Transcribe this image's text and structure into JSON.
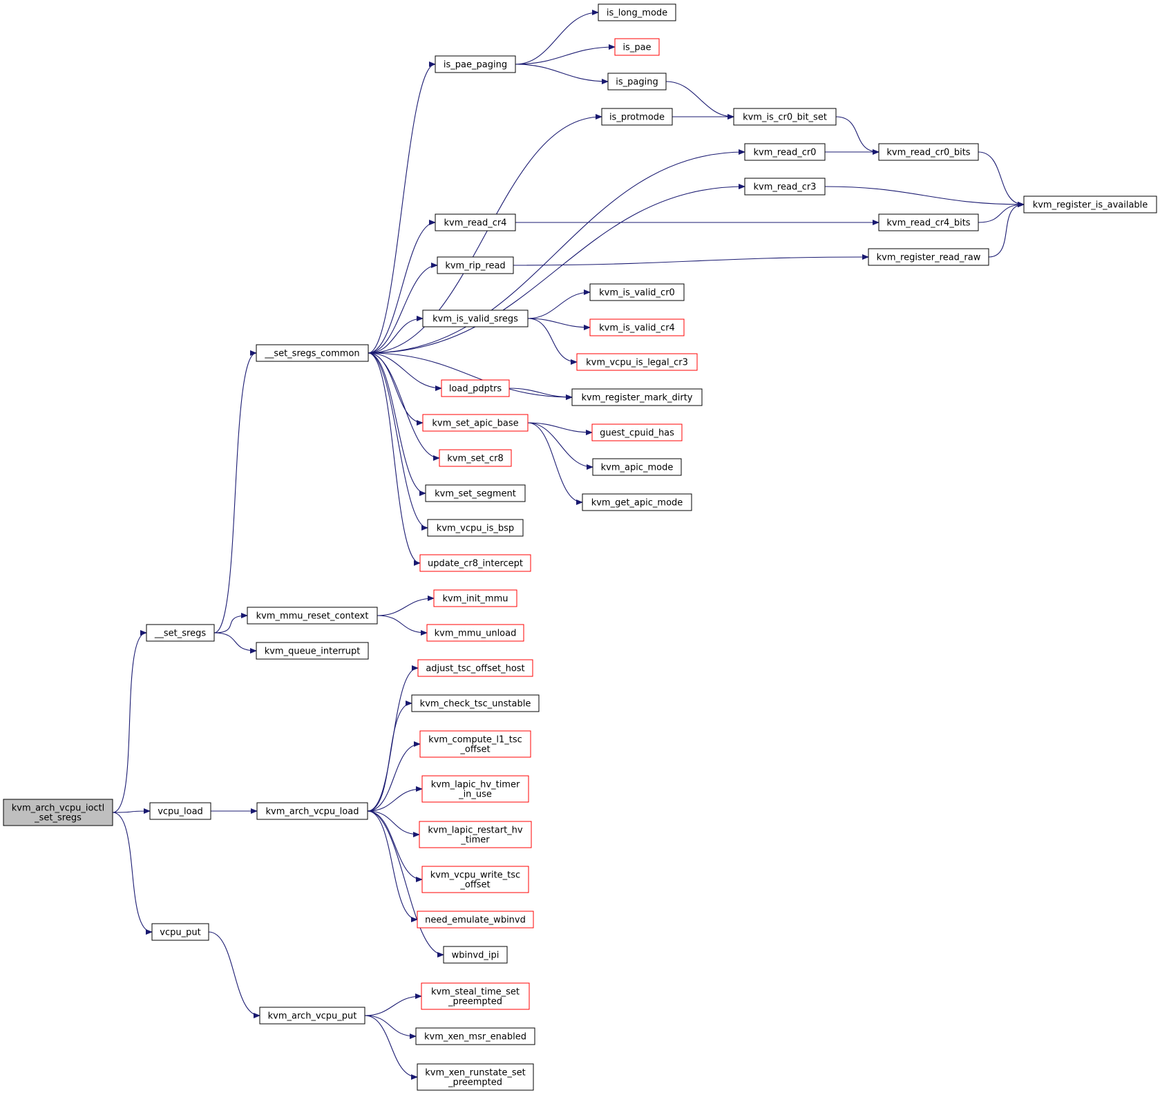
{
  "colors": {
    "edge": "#191970",
    "border_default": "#000000",
    "border_incomplete": "#ff0000",
    "root_fill": "#bfbfbf",
    "node_fill": "#ffffff"
  },
  "nodes": {
    "root": [
      "kvm_arch_vcpu_ioctl",
      "_set_sregs"
    ],
    "set_sregs": [
      "__set_sregs"
    ],
    "vcpu_load": [
      "vcpu_load"
    ],
    "vcpu_put": [
      "vcpu_put"
    ],
    "set_sregs_common": [
      "__set_sregs_common"
    ],
    "kvm_mmu_reset_context": [
      "kvm_mmu_reset_context"
    ],
    "kvm_queue_interrupt": [
      "kvm_queue_interrupt"
    ],
    "kvm_arch_vcpu_load": [
      "kvm_arch_vcpu_load"
    ],
    "kvm_arch_vcpu_put": [
      "kvm_arch_vcpu_put"
    ],
    "is_pae_paging": [
      "is_pae_paging"
    ],
    "kvm_read_cr4": [
      "kvm_read_cr4"
    ],
    "kvm_rip_read": [
      "kvm_rip_read"
    ],
    "kvm_is_valid_sregs": [
      "kvm_is_valid_sregs"
    ],
    "load_pdptrs": [
      "load_pdptrs"
    ],
    "kvm_set_apic_base": [
      "kvm_set_apic_base"
    ],
    "kvm_set_cr8": [
      "kvm_set_cr8"
    ],
    "kvm_set_segment": [
      "kvm_set_segment"
    ],
    "kvm_vcpu_is_bsp": [
      "kvm_vcpu_is_bsp"
    ],
    "update_cr8_intercept": [
      "update_cr8_intercept"
    ],
    "kvm_init_mmu": [
      "kvm_init_mmu"
    ],
    "kvm_mmu_unload": [
      "kvm_mmu_unload"
    ],
    "adjust_tsc_offset_host": [
      "adjust_tsc_offset_host"
    ],
    "kvm_check_tsc_unstable": [
      "kvm_check_tsc_unstable"
    ],
    "kvm_compute_l1_tsc_offset": [
      "kvm_compute_l1_tsc",
      "_offset"
    ],
    "kvm_lapic_hv_timer_in_use": [
      "kvm_lapic_hv_timer",
      "_in_use"
    ],
    "kvm_lapic_restart_hv_timer": [
      "kvm_lapic_restart_hv",
      "_timer"
    ],
    "kvm_vcpu_write_tsc_offset": [
      "kvm_vcpu_write_tsc",
      "_offset"
    ],
    "need_emulate_wbinvd": [
      "need_emulate_wbinvd"
    ],
    "wbinvd_ipi": [
      "wbinvd_ipi"
    ],
    "kvm_steal_time_set_preempted": [
      "kvm_steal_time_set",
      "_preempted"
    ],
    "kvm_xen_msr_enabled": [
      "kvm_xen_msr_enabled"
    ],
    "kvm_xen_runstate_set_preempted": [
      "kvm_xen_runstate_set",
      "_preempted"
    ],
    "is_long_mode": [
      "is_long_mode"
    ],
    "is_pae": [
      "is_pae"
    ],
    "is_paging": [
      "is_paging"
    ],
    "is_protmode": [
      "is_protmode"
    ],
    "kvm_is_valid_cr0": [
      "kvm_is_valid_cr0"
    ],
    "kvm_is_valid_cr4": [
      "kvm_is_valid_cr4"
    ],
    "kvm_vcpu_is_legal_cr3": [
      "kvm_vcpu_is_legal_cr3"
    ],
    "kvm_register_mark_dirty": [
      "kvm_register_mark_dirty"
    ],
    "guest_cpuid_has": [
      "guest_cpuid_has"
    ],
    "kvm_apic_mode": [
      "kvm_apic_mode"
    ],
    "kvm_get_apic_mode": [
      "kvm_get_apic_mode"
    ],
    "kvm_is_cr0_bit_set": [
      "kvm_is_cr0_bit_set"
    ],
    "kvm_read_cr0": [
      "kvm_read_cr0"
    ],
    "kvm_read_cr3": [
      "kvm_read_cr3"
    ],
    "kvm_read_cr0_bits": [
      "kvm_read_cr0_bits"
    ],
    "kvm_read_cr4_bits": [
      "kvm_read_cr4_bits"
    ],
    "kvm_register_read_raw": [
      "kvm_register_read_raw"
    ],
    "kvm_register_is_available": [
      "kvm_register_is_available"
    ]
  }
}
